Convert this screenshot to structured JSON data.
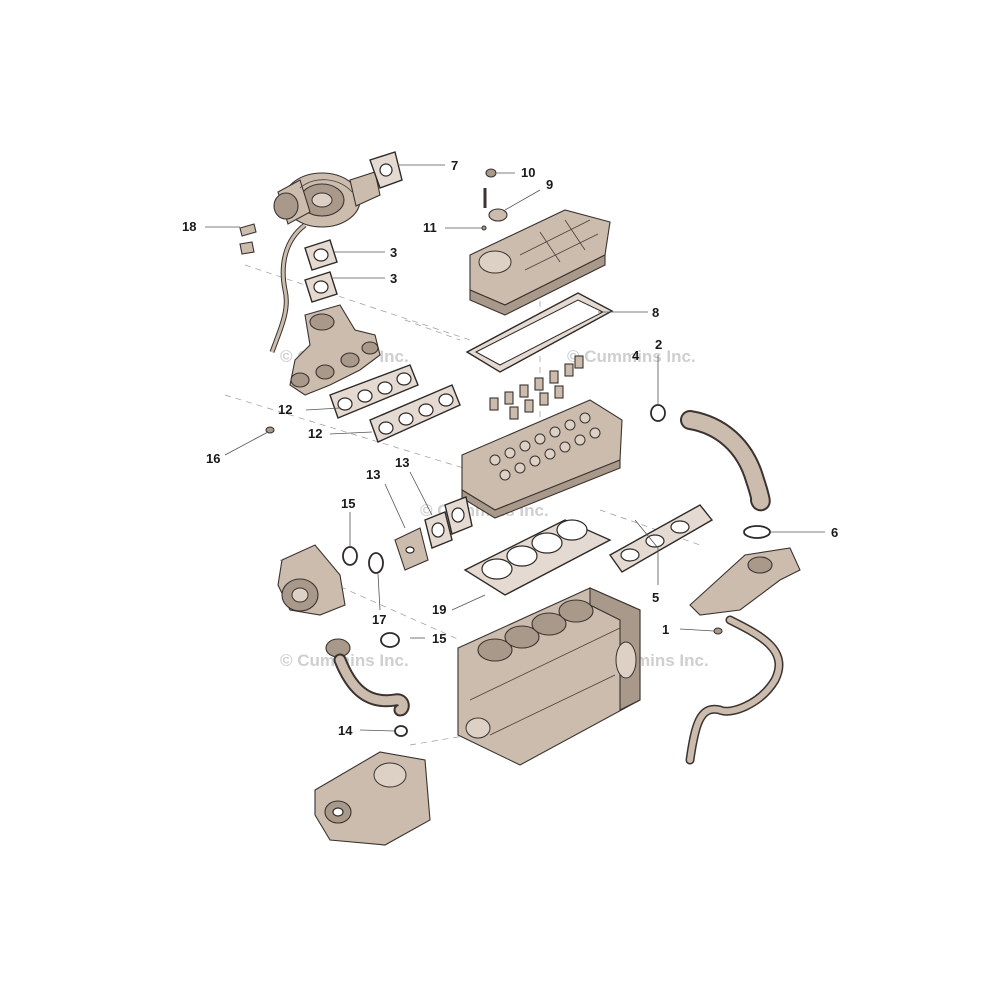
{
  "watermark": "© Cummins Inc.",
  "callouts": {
    "c1": "1",
    "c2": "2",
    "c3a": "3",
    "c3b": "3",
    "c4": "4",
    "c5": "5",
    "c6": "6",
    "c7": "7",
    "c8": "8",
    "c9": "9",
    "c10": "10",
    "c11": "11",
    "c12a": "12",
    "c12b": "12",
    "c13a": "13",
    "c13b": "13",
    "c14": "14",
    "c15a": "15",
    "c15b": "15",
    "c16": "16",
    "c17": "17",
    "c18": "18",
    "c19": "19"
  },
  "colors": {
    "part_fill": "#cbbcae",
    "outline": "#3a3330",
    "callout_text": "#1a1a1a",
    "watermark": "#cfcfcf"
  }
}
